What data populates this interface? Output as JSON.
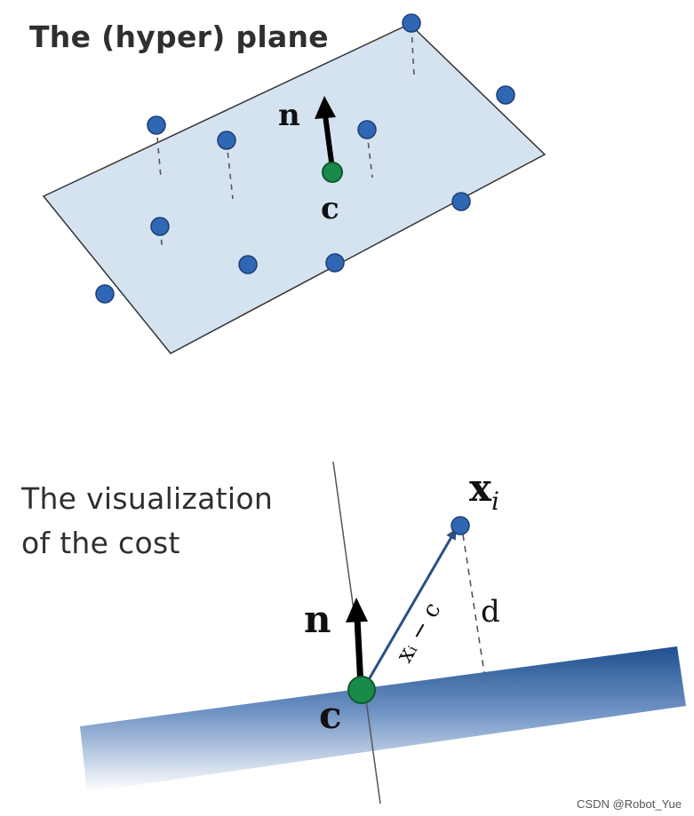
{
  "panel_plane": {
    "caption": "The (hyper) plane",
    "normal_label": "n",
    "centroid_label": "c"
  },
  "panel_cost": {
    "caption_lines": [
      "The visualization",
      "of the cost"
    ],
    "normal_label": "n",
    "centroid_label": "c",
    "point_label": "x",
    "point_subscript": "i",
    "vector_label": "xᵢ − c",
    "distance_label": "d"
  },
  "watermark": "CSDN @Robot_Yue",
  "colors": {
    "plane_fill": "#d5e3f1",
    "point_blue": "#2f67b4",
    "centroid_green": "#1a8a4a",
    "ground_top": "#1f4f8f",
    "vector_navy": "#2b4f82"
  }
}
